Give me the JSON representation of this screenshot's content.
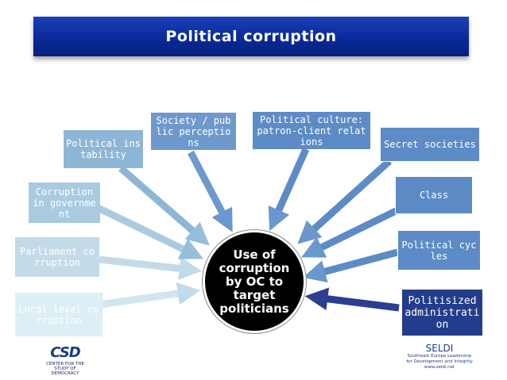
{
  "title": "Political corruption",
  "center": "Use of corruption by OC to target politicians",
  "left_boxes": [
    {
      "id": "local-level-corruption",
      "label": "Local level corruption"
    },
    {
      "id": "parliament-corruption",
      "label": "Parliament corruption"
    },
    {
      "id": "corruption-in-government",
      "label": "Corruption in government"
    },
    {
      "id": "political-instability",
      "label": "Political instability"
    },
    {
      "id": "society-public-perceptions",
      "label": "Society / public perceptions"
    },
    {
      "id": "political-culture",
      "label": "Political culture: patron-client relations"
    }
  ],
  "right_boxes": [
    {
      "id": "secret-societies",
      "label": "Secret societies"
    },
    {
      "id": "class",
      "label": "Class"
    },
    {
      "id": "political-cycles",
      "label": "Political cycles"
    },
    {
      "id": "politisized-administration",
      "label": "Politisized administration"
    }
  ],
  "colors": {
    "title_bar": "#0b2a9a",
    "dark_blue": "#5d8bc6",
    "light_blue": "#a9cbe0",
    "palest_blue": "#cfe3ee",
    "navy": "#233c8c",
    "center": "#000000"
  },
  "logos": {
    "csd_letters": "CSD",
    "csd_sub": "CENTER FOR THE STUDY OF DEMOCRACY",
    "seldi_name": "SELDI",
    "seldi_sub1": "Southeast Europe Leadership",
    "seldi_sub2": "for Development and Integrity",
    "seldi_sub3": "www.seldi.net"
  }
}
